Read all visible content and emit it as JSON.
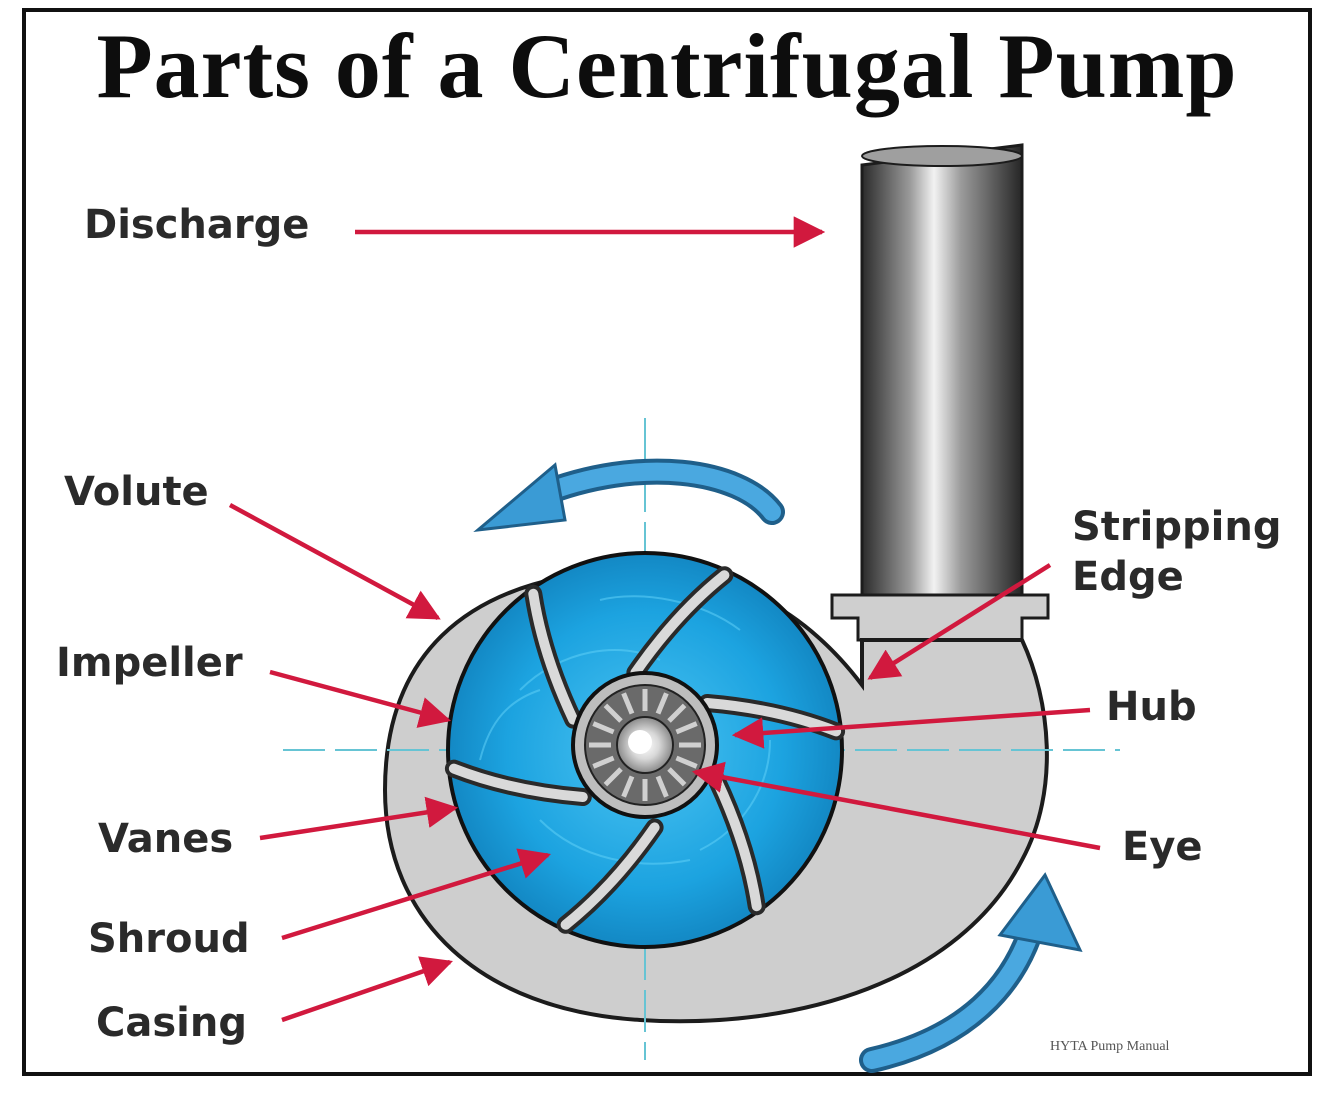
{
  "title": "Parts of a Centrifugal Pump",
  "labels": {
    "discharge": "Discharge",
    "volute": "Volute",
    "impeller": "Impeller",
    "vanes": "Vanes",
    "shroud": "Shroud",
    "casing": "Casing",
    "stripping_edge_line1": "Stripping",
    "stripping_edge_line2": "Edge",
    "hub": "Hub",
    "eye": "Eye"
  },
  "credit": "HYTA Pump Manual",
  "colors": {
    "pointer": "#d1193e",
    "flow_arrow": "#3a9bd5",
    "impeller": "#1ca3e0",
    "casing": "#cfcfcf",
    "pipe": "#5a5a5a"
  }
}
